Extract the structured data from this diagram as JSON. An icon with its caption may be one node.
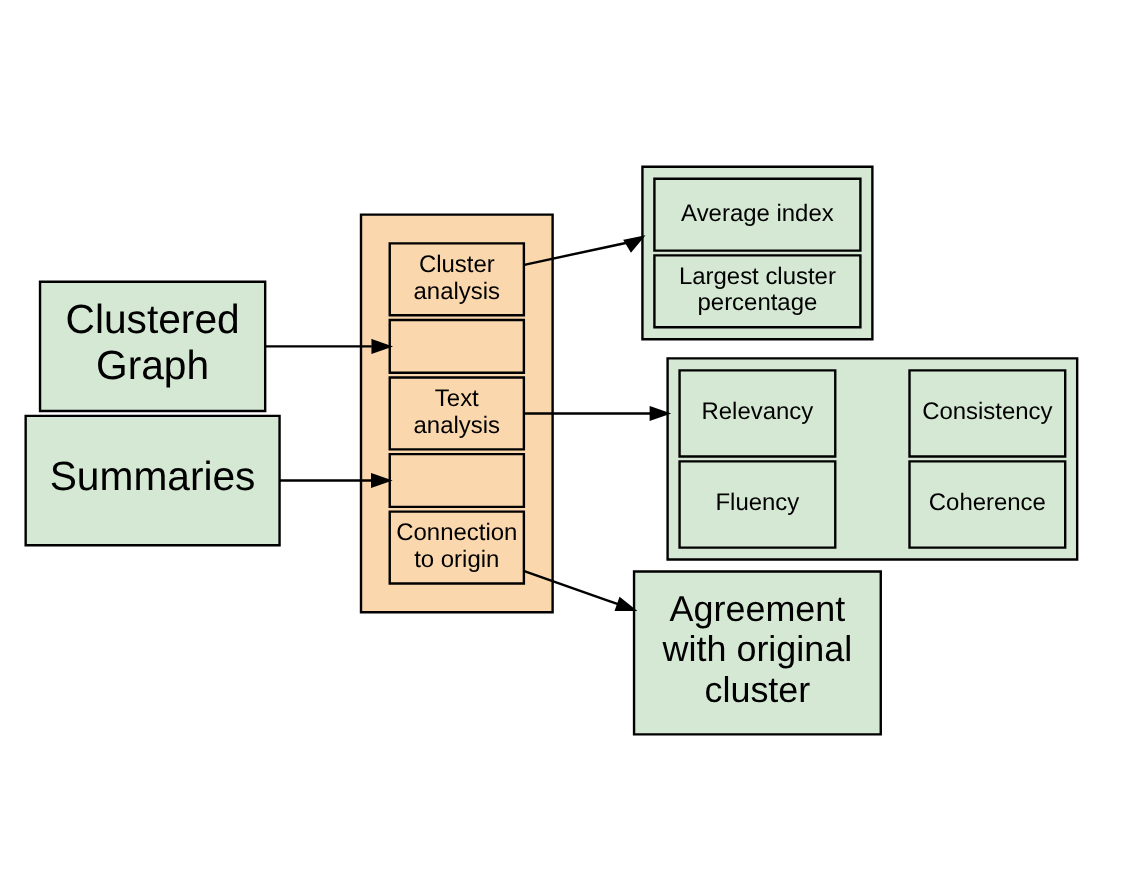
{
  "diagram": {
    "nodes": [
      {
        "text": [
          "Clustered Graph"
        ]
      },
      {
        "text": [
          "Summaries"
        ]
      },
      {
        "text": [],
        "shape": "trapezoid"
      },
      {
        "text": [
          "Cluster analysis"
        ],
        "in": 2
      },
      {
        "text": [],
        "shape": "box",
        "in": 2
      },
      {
        "text": [
          "Text analysis"
        ],
        "in": 2
      },
      {
        "text": [],
        "shape": "box",
        "in": 2
      },
      {
        "text": [
          "Connection to origin"
        ],
        "in": 2
      },
      {
        "text": [],
        "shape": "box"
      },
      {
        "text": [
          "Average index"
        ],
        "in": 8
      },
      {
        "text": [
          "Largest cluster percentage"
        ],
        "in": 8
      },
      {
        "text": [],
        "shape": "box"
      },
      {
        "text": [
          "Relevancy"
        ],
        "in": 11
      },
      {
        "text": [
          "Consistency"
        ],
        "in": 11
      },
      {
        "text": [
          "Fluency"
        ],
        "in": 11
      },
      {
        "text": [
          "Coherence"
        ],
        "in": 11
      },
      {
        "text": [
          "Agreement with original cluster"
        ]
      }
    ],
    "edges": [
      {
        "from": 0,
        "to": 4,
        "arrow": "to"
      },
      {
        "from": 1,
        "to": 6,
        "arrow": "to"
      },
      {
        "from": 3,
        "to": 8,
        "arrow": "to"
      },
      {
        "from": 5,
        "to": 11,
        "arrow": "to"
      },
      {
        "from": 7,
        "to": 16,
        "arrow": "to"
      }
    ]
  }
}
